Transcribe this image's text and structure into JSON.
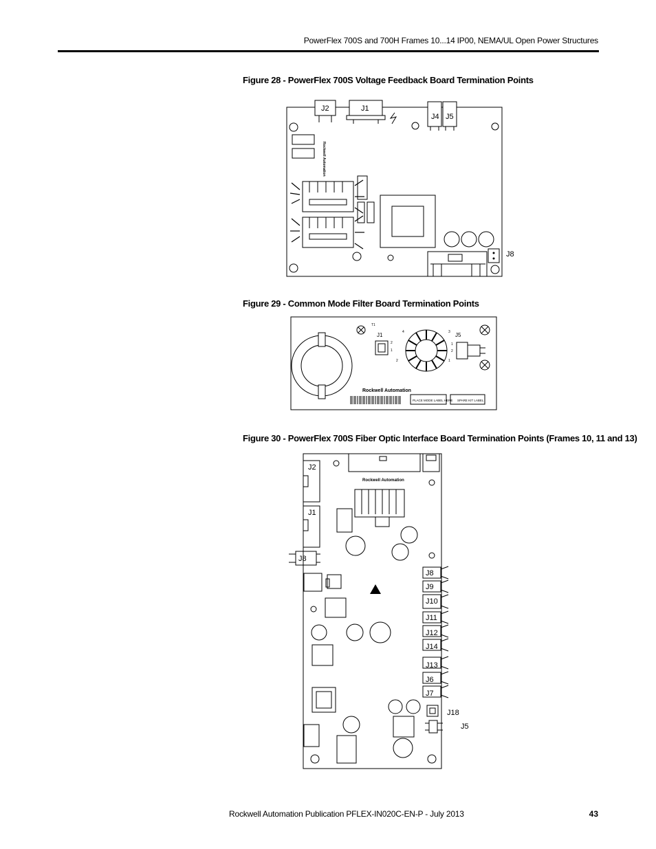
{
  "header": {
    "title": "PowerFlex 700S and 700H Frames 10...14 IP00, NEMA/UL Open Power Structures"
  },
  "figures": [
    {
      "caption": "Figure 28 - PowerFlex 700S Voltage Feedback Board Termination Points",
      "labels": {
        "j2": "J2",
        "j1": "J1",
        "j4": "J4",
        "j5": "J5",
        "j8": "J8"
      },
      "logo": "Rockwell Automation"
    },
    {
      "caption": "Figure 29 - Common Mode Filter Board Termination Points",
      "labels": {
        "j1": "J1",
        "j5": "J5",
        "t1": "T1",
        "p4": "4",
        "p3": "3",
        "p2a": "2",
        "p1a": "1",
        "p1b": "1",
        "p2b": "2",
        "p2c": "2",
        "p1c": "1"
      },
      "logo": "Rockwell Automation",
      "mode_label": "PLACE MODE LABEL HERE",
      "spare_label": "SPARE KIT LABEL"
    },
    {
      "caption": "Figure 30 - PowerFlex 700S Fiber Optic Interface Board Termination Points (Frames 10, 11 and 13)",
      "labels": {
        "j2": "J2",
        "j1": "J1",
        "j8_left": "J8",
        "j8": "J8",
        "j9": "J9",
        "j10": "J10",
        "j11": "J11",
        "j12": "J12",
        "j14": "J14",
        "j13": "J13",
        "j6": "J6",
        "j7": "J7",
        "j18": "J18",
        "j5": "J5"
      },
      "logo": "Rockwell Automation"
    }
  ],
  "footer": {
    "publication": "Rockwell Automation Publication PFLEX-IN020C-EN-P - July 2013",
    "page_number": "43"
  }
}
